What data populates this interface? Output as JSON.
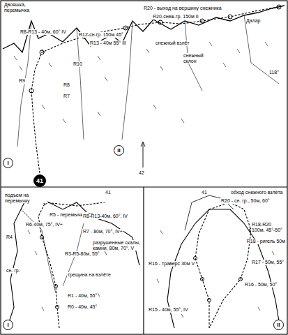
{
  "diagram": {
    "nodes": [
      {
        "text": [
          "I"
        ]
      },
      {
        "text": [
          "41"
        ]
      },
      {
        "text": [
          "II"
        ]
      },
      {
        "text": [
          "I"
        ]
      },
      {
        "text": [
          "II"
        ]
      }
    ],
    "labels": [
      "Двояшка, перемычка",
      "R8-R13 - 40м, 60° IV",
      "R13 - 40м 55° III",
      "R12-сн.гр. 150м 45°",
      "R20 - выход на вершину снежника",
      "R20-снеж.гр. 150м II",
      "снежный взлёт",
      "снежный склон",
      "Далар",
      "42",
      "118°",
      "R10",
      "R9",
      "R8",
      "R7",
      "41",
      "подъем на перемычку",
      "R5 - перемычка, 80м",
      "R6-40м, 75°, IV+",
      "R8-R13-40м, 60°, IV",
      "R7 - 80м, 70°, IV+",
      "разрушенные скалы, камни, 80м, 70°, V",
      "R4",
      "R3-R5-80м, 55°",
      "сн. гр.",
      "трещина на взлёте",
      "R1 - 40м, 55°",
      "R0 - 40м, 45°",
      "41",
      "обход снежного взлёта",
      "R20 - сн. гр., 50м, 60°",
      "R18-R20 100м, 45°-50°",
      "R18 - ригель 50м",
      "R16 - траверс 30м V",
      "R17 - 50м, 55°",
      "R16 - 50м, 50°",
      "R15 - 40м, 55°, IV"
    ]
  }
}
